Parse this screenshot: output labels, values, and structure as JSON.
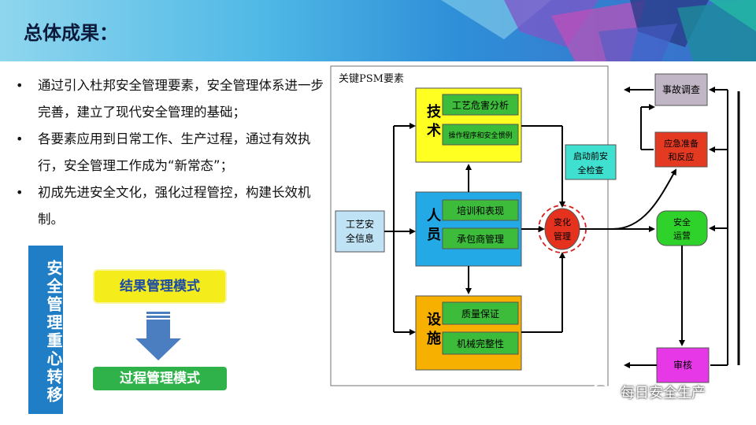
{
  "header": {
    "title": "总体成果："
  },
  "bullets": [
    "通过引入杜邦安全管理要素，安全管理体系进一步完善，建立了现代安全管理的基础；",
    "各要素应用到日常工作、生产过程，通过有效执行，安全管理工作成为“新常态”；",
    "初成先进安全文化，强化过程管控，构建长效机制。"
  ],
  "shift": {
    "label": "安全管理重心转移",
    "from_mode": "结果管理模式",
    "to_mode": "过程管理模式"
  },
  "diagram": {
    "frame_label": "关键PSM要素",
    "info_line1": "工艺安",
    "info_line2": "全信息",
    "tech_group": "技术",
    "tech_item1": "工艺危害分析",
    "tech_item2": "操作程序和安全惯例",
    "people_group": "人员",
    "people_item1": "培训和表现",
    "people_item2": "承包商管理",
    "facility_group": "设施",
    "facility_item1": "质量保证",
    "facility_item2": "机械完整性",
    "prestart_line1": "启动前安",
    "prestart_line2": "全检查",
    "change_line1": "变化",
    "change_line2": "管理",
    "incident": "事故调查",
    "emergency_line1": "应急准备",
    "emergency_line2": "和反应",
    "safe_op_line1": "安全",
    "safe_op_line2": "运营",
    "audit": "审核"
  },
  "watermark": {
    "text": "每日安全生产"
  },
  "colors": {
    "accent_blue": "#1f7ec6",
    "tech_yellow": "#ffff22",
    "people_blue": "#22a9e6",
    "facility_orange": "#f7b000",
    "item_green": "#3dbb3b",
    "change_red": "#e5321e",
    "emergency_red": "#e53a22",
    "safe_green": "#2fd22a",
    "audit_magenta": "#e638e6",
    "incident_gray": "#c0b6c6"
  }
}
